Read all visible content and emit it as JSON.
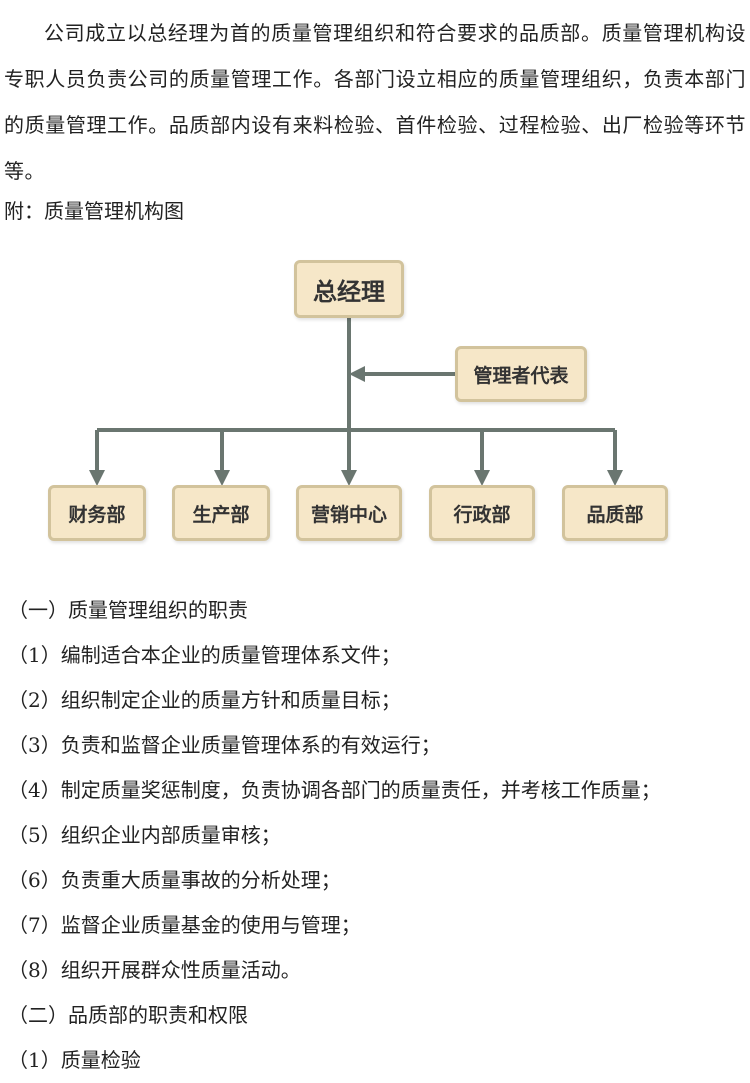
{
  "intro_paragraph": "公司成立以总经理为首的质量管理组织和符合要求的品质部。质量管理机构设专职人员负责公司的质量管理工作。各部门设立相应的质量管理组织，负责本部门的质量管理工作。品质部内设有来料检验、首件检验、过程检验、出厂检验等环节等。",
  "attachment_label": "附：质量管理机构图",
  "org_chart": {
    "top": "总经理",
    "management_rep": "管理者代表",
    "departments": [
      "财务部",
      "生产部",
      "营销中心",
      "行政部",
      "品质部"
    ],
    "colors": {
      "box_fill": "#f6e7c8",
      "box_border": "#d2c39c",
      "connector": "#6a7670"
    }
  },
  "list_items": [
    "（一）质量管理组织的职责",
    "（1）编制适合本企业的质量管理体系文件；",
    "（2）组织制定企业的质量方针和质量目标；",
    "（3）负责和监督企业质量管理体系的有效运行；",
    "（4）制定质量奖惩制度，负责协调各部门的质量责任，并考核工作质量；",
    "（5）组织企业内部质量审核；",
    "（6）负责重大质量事故的分析处理；",
    "（7）监督企业质量基金的使用与管理；",
    "（8）组织开展群众性质量活动。",
    "（二）品质部的职责和权限",
    "（1）质量检验"
  ]
}
